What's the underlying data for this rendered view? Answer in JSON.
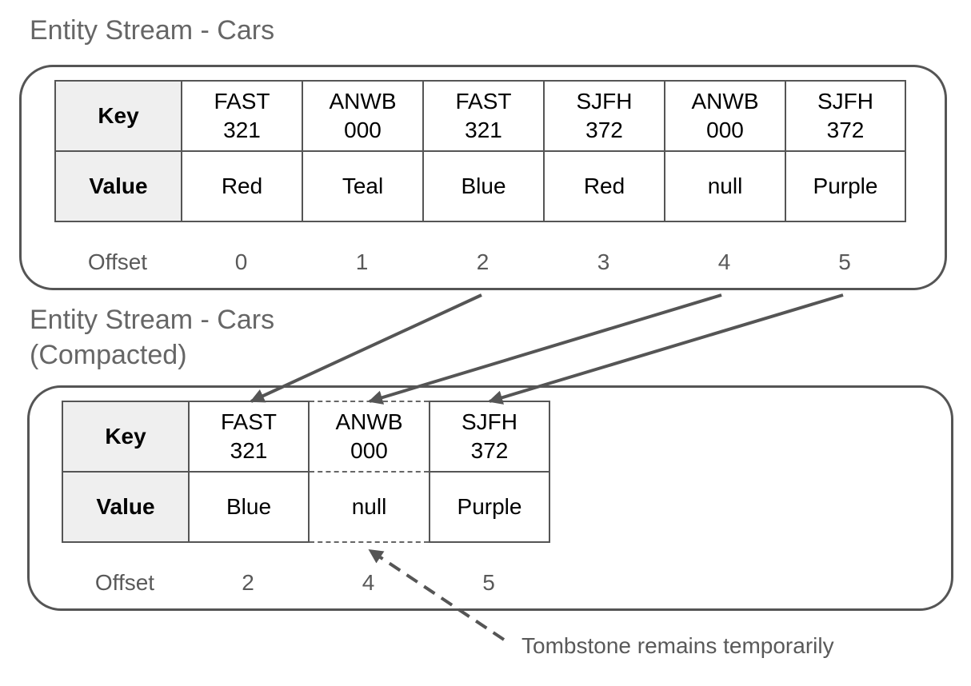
{
  "top": {
    "title": "Entity Stream - Cars",
    "row_labels": {
      "key": "Key",
      "value": "Value",
      "offset": "Offset"
    },
    "records": [
      {
        "key": [
          "FAST",
          "321"
        ],
        "value": "Red",
        "offset": "0"
      },
      {
        "key": [
          "ANWB",
          "000"
        ],
        "value": "Teal",
        "offset": "1"
      },
      {
        "key": [
          "FAST",
          "321"
        ],
        "value": "Blue",
        "offset": "2"
      },
      {
        "key": [
          "SJFH",
          "372"
        ],
        "value": "Red",
        "offset": "3"
      },
      {
        "key": [
          "ANWB",
          "000"
        ],
        "value": "null",
        "offset": "4"
      },
      {
        "key": [
          "SJFH",
          "372"
        ],
        "value": "Purple",
        "offset": "5"
      }
    ]
  },
  "bottom": {
    "title_line1": "Entity Stream - Cars",
    "title_line2": "(Compacted)",
    "row_labels": {
      "key": "Key",
      "value": "Value",
      "offset": "Offset"
    },
    "records": [
      {
        "key": [
          "FAST",
          "321"
        ],
        "value": "Blue",
        "offset": "2"
      },
      {
        "key": [
          "ANWB",
          "000"
        ],
        "value": "null",
        "offset": "4"
      },
      {
        "key": [
          "SJFH",
          "372"
        ],
        "value": "Purple",
        "offset": "5"
      }
    ]
  },
  "annotation": {
    "text": "Tombstone remains temporarily"
  }
}
